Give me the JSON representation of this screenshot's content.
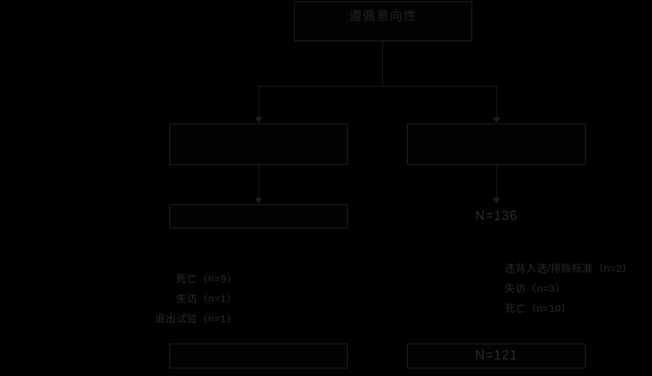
{
  "diagram": {
    "type": "flowchart",
    "title_box": {
      "text": "遵循意向性",
      "bordered": true
    },
    "level2": {
      "left": {
        "text": "",
        "bordered": true
      },
      "right": {
        "text": "",
        "bordered": true
      }
    },
    "level3": {
      "left": {
        "text": "",
        "bordered": true
      },
      "right": {
        "text": "N=136",
        "bordered": false
      }
    },
    "annotations": {
      "left": [
        "死亡（n=9）",
        "失访（n=1）",
        "退出试验（n=1）"
      ],
      "right": [
        "违背入选/排除标准（n=2）",
        "失访（n=3）",
        "死亡（n=10）"
      ]
    },
    "level4": {
      "left": {
        "text": "",
        "bordered": true
      },
      "right": {
        "text": "N=121",
        "bordered": true
      }
    },
    "colors": {
      "background": "#000000",
      "box_border": "#242424",
      "connector": "#1f1f1f",
      "text": "#2a2a2a"
    }
  }
}
